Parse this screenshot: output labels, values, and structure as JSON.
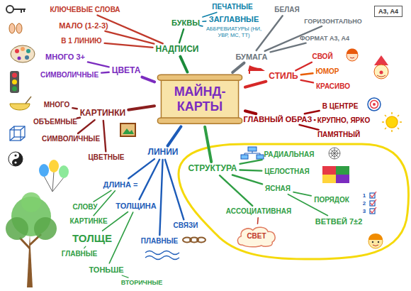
{
  "diagram": {
    "nodes": [
      {
        "text": [
          "МАЙНД- КАРТЫ"
        ]
      },
      {
        "text": [
          "НАДПИСИ"
        ]
      },
      {
        "text": [
          "БУКВЫ"
        ]
      },
      {
        "text": [
          "ПЕЧАТНЫЕ"
        ]
      },
      {
        "text": [
          "ЗАГЛАВНЫЕ"
        ]
      },
      {
        "text": [
          "АББРЕВИАТУРЫ (НИ, УВР, МС, ТТ)"
        ]
      },
      {
        "text": [
          "КЛЮЧЕВЫЕ СЛОВА"
        ]
      },
      {
        "text": [
          "МАЛО (1-2-3)"
        ]
      },
      {
        "text": [
          "В 1 ЛИНИЮ"
        ]
      },
      {
        "text": [
          "БУМАГА"
        ]
      },
      {
        "text": [
          "БЕЛАЯ"
        ]
      },
      {
        "text": [
          "ГОРИЗОНТАЛЬНО"
        ]
      },
      {
        "text": [
          "ФОРМАТ А3, А4"
        ]
      },
      {
        "text": [
          "А3, А4"
        ]
      },
      {
        "text": [
          "СТИЛЬ"
        ]
      },
      {
        "text": [
          "СВОЙ"
        ]
      },
      {
        "text": [
          "ЮМОР"
        ]
      },
      {
        "text": [
          "КРАСИВО"
        ]
      },
      {
        "text": [
          "ГЛАВНЫЙ ОБРАЗ"
        ]
      },
      {
        "text": [
          "В ЦЕНТРЕ"
        ]
      },
      {
        "text": [
          "КРУПНО, ЯРКО"
        ]
      },
      {
        "text": [
          "ПАМЯТНЫЙ"
        ]
      },
      {
        "text": [
          "СТРУКТУРА"
        ]
      },
      {
        "text": [
          "РАДИАЛЬНАЯ"
        ]
      },
      {
        "text": [
          "ЦЕЛОСТНАЯ"
        ]
      },
      {
        "text": [
          "ЯСНАЯ"
        ]
      },
      {
        "text": [
          "ПОРЯДОК"
        ]
      },
      {
        "text": [
          "ВЕТВЕЙ 7±2"
        ]
      },
      {
        "text": [
          "АССОЦИАТИВНАЯ"
        ]
      },
      {
        "text": [
          "СВЕТ"
        ]
      },
      {
        "text": [
          "ЛИНИИ"
        ]
      },
      {
        "text": [
          "ДЛИНА ="
        ]
      },
      {
        "text": [
          "СЛОВУ"
        ]
      },
      {
        "text": [
          "КАРТИНКЕ"
        ]
      },
      {
        "text": [
          "ТОЛЩИНА"
        ]
      },
      {
        "text": [
          "ТОЛЩЕ"
        ]
      },
      {
        "text": [
          "ГЛАВНЫЕ"
        ]
      },
      {
        "text": [
          "ТОНЬШЕ"
        ]
      },
      {
        "text": [
          "ВТОРИЧНЫЕ"
        ]
      },
      {
        "text": [
          "ПЛАВНЫЕ"
        ]
      },
      {
        "text": [
          "СВЯЗИ"
        ]
      },
      {
        "text": [
          "КАРТИНКИ"
        ]
      },
      {
        "text": [
          "МНОГО"
        ]
      },
      {
        "text": [
          "ОБЪЕМНЫЕ"
        ]
      },
      {
        "text": [
          "СИМВОЛИЧНЫЕ"
        ]
      },
      {
        "text": [
          "ЦВЕТНЫЕ"
        ]
      },
      {
        "text": [
          "ЦВЕТА"
        ]
      },
      {
        "text": [
          "МНОГО 3+"
        ]
      },
      {
        "text": [
          "СИМВОЛИЧНЫЕ"
        ]
      }
    ],
    "edges": [
      {
        "from": 0,
        "to": 1,
        "arrow": "none"
      },
      {
        "from": 1,
        "to": 2,
        "arrow": "none"
      },
      {
        "from": 2,
        "to": 3,
        "arrow": "none"
      },
      {
        "from": 2,
        "to": 4,
        "arrow": "none"
      },
      {
        "from": 2,
        "to": 5,
        "arrow": "none"
      },
      {
        "from": 1,
        "to": 6,
        "arrow": "none"
      },
      {
        "from": 1,
        "to": 7,
        "arrow": "none"
      },
      {
        "from": 1,
        "to": 8,
        "arrow": "none"
      },
      {
        "from": 0,
        "to": 9,
        "arrow": "none"
      },
      {
        "from": 9,
        "to": 10,
        "arrow": "none"
      },
      {
        "from": 9,
        "to": 11,
        "arrow": "none"
      },
      {
        "from": 9,
        "to": 12,
        "arrow": "none"
      },
      {
        "from": 0,
        "to": 14,
        "arrow": "none"
      },
      {
        "from": 14,
        "to": 15,
        "arrow": "none"
      },
      {
        "from": 14,
        "to": 16,
        "arrow": "none"
      },
      {
        "from": 14,
        "to": 17,
        "arrow": "none"
      },
      {
        "from": 0,
        "to": 18,
        "arrow": "none"
      },
      {
        "from": 18,
        "to": 19,
        "arrow": "none"
      },
      {
        "from": 18,
        "to": 20,
        "arrow": "none"
      },
      {
        "from": 18,
        "to": 21,
        "arrow": "none"
      },
      {
        "from": 0,
        "to": 22,
        "arrow": "none"
      },
      {
        "from": 22,
        "to": 23,
        "arrow": "none"
      },
      {
        "from": 22,
        "to": 24,
        "arrow": "none"
      },
      {
        "from": 22,
        "to": 25,
        "arrow": "none"
      },
      {
        "from": 25,
        "to": 26,
        "arrow": "none"
      },
      {
        "from": 25,
        "to": 27,
        "arrow": "none"
      },
      {
        "from": 22,
        "to": 28,
        "arrow": "none"
      },
      {
        "from": 28,
        "to": 29,
        "arrow": "none"
      },
      {
        "from": 0,
        "to": 30,
        "arrow": "none"
      },
      {
        "from": 30,
        "to": 31,
        "arrow": "none"
      },
      {
        "from": 31,
        "to": 32,
        "arrow": "none"
      },
      {
        "from": 31,
        "to": 33,
        "arrow": "none"
      },
      {
        "from": 30,
        "to": 34,
        "arrow": "none"
      },
      {
        "from": 34,
        "to": 35,
        "arrow": "none"
      },
      {
        "from": 35,
        "to": 36,
        "arrow": "none"
      },
      {
        "from": 34,
        "to": 37,
        "arrow": "none"
      },
      {
        "from": 37,
        "to": 38,
        "arrow": "none"
      },
      {
        "from": 30,
        "to": 39,
        "arrow": "none"
      },
      {
        "from": 30,
        "to": 40,
        "arrow": "none"
      },
      {
        "from": 0,
        "to": 41,
        "arrow": "none"
      },
      {
        "from": 41,
        "to": 42,
        "arrow": "none"
      },
      {
        "from": 41,
        "to": 43,
        "arrow": "none"
      },
      {
        "from": 41,
        "to": 44,
        "arrow": "none"
      },
      {
        "from": 41,
        "to": 45,
        "arrow": "none"
      },
      {
        "from": 0,
        "to": 46,
        "arrow": "none"
      },
      {
        "from": 46,
        "to": 47,
        "arrow": "none"
      },
      {
        "from": 46,
        "to": 48,
        "arrow": "none"
      }
    ],
    "labels": [
      "1",
      "2",
      "3"
    ]
  }
}
